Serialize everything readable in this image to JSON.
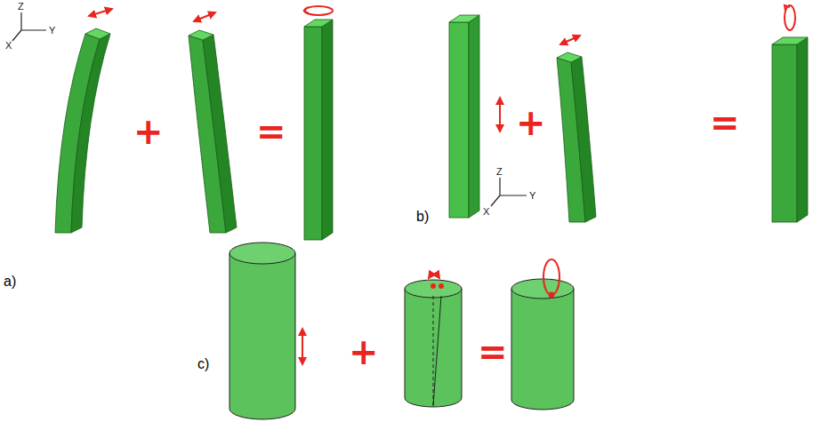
{
  "diagram": {
    "labels": [
      "Z",
      "X",
      "Y",
      "a)",
      "+",
      "=",
      "+",
      "=",
      "Z",
      "X",
      "Y",
      "b)",
      "+",
      "=",
      "c)"
    ]
  }
}
